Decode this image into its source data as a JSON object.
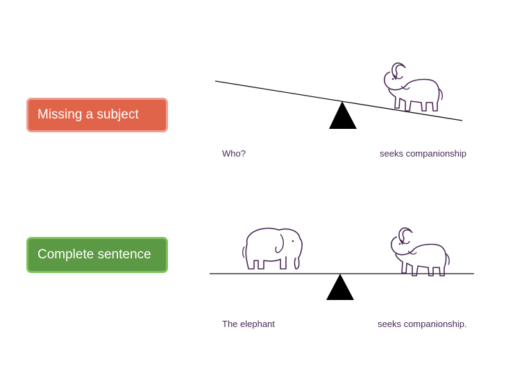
{
  "rows": [
    {
      "badge_label": "Missing a subject",
      "badge_color": "#e0644a",
      "balance": "tilted",
      "left_caption": "Who?",
      "right_caption": "seeks companionship"
    },
    {
      "badge_label": "Complete sentence",
      "badge_color": "#5c9944",
      "balance": "level",
      "left_caption": "The elephant",
      "right_caption": "seeks companionship."
    }
  ],
  "icons": {
    "left_pan_icon": "elephant-icon",
    "right_pan_icon": "elephant-icon",
    "fulcrum_icon": "triangle-fulcrum-icon"
  }
}
